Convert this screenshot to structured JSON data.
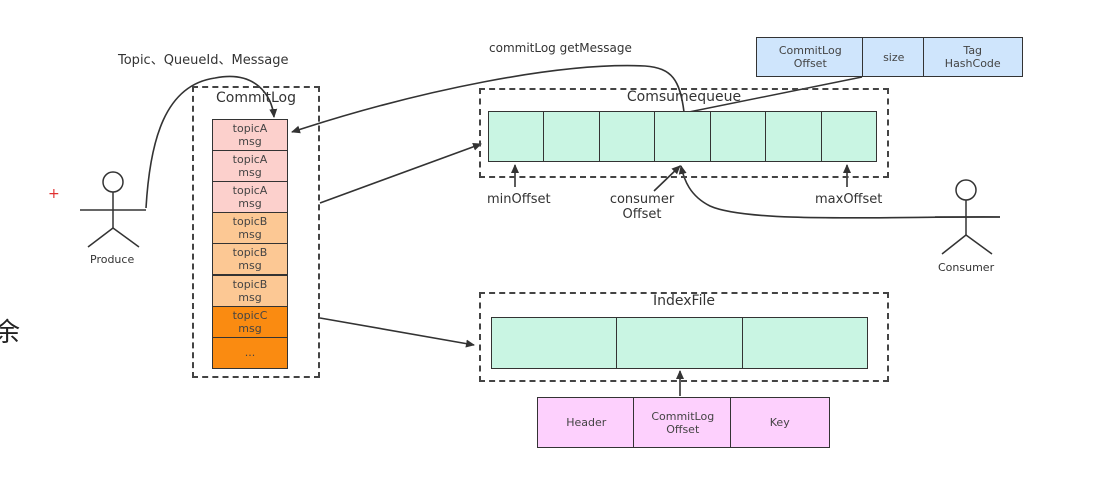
{
  "produce_label": "Produce",
  "consumer_label": "Consumer",
  "top_left_label": "Topic、QueueId、Message",
  "top_arrow_label": "commitLog getMessage",
  "plus_mark": "+",
  "side_glyph": "余",
  "commitlog": {
    "title": "CommitLog",
    "cells": [
      {
        "line1": "topicA",
        "line2": "msg",
        "color": "#fcd0cc"
      },
      {
        "line1": "topicA",
        "line2": "msg",
        "color": "#fcd0cc"
      },
      {
        "line1": "topicA",
        "line2": "msg",
        "color": "#fcd0cc"
      },
      {
        "line1": "topicB",
        "line2": "msg",
        "color": "#fcc894"
      },
      {
        "line1": "topicB",
        "line2": "msg",
        "color": "#fcc894"
      },
      {
        "line1": "topicB",
        "line2": "msg",
        "color": "#fcc894"
      },
      {
        "line1": "topicC",
        "line2": "msg",
        "color": "#fa8b11"
      },
      {
        "line1": "...",
        "line2": "",
        "color": "#fa8b11"
      }
    ]
  },
  "consumequeue": {
    "title": "Comsumequeue",
    "cell_count": 7,
    "cell_color": "#c9f5e3",
    "min_label": "minOffset",
    "consumer_offset_label": [
      "consumer",
      "Offset"
    ],
    "max_label": "maxOffset"
  },
  "entry_struct": {
    "color": "#cfe5fc",
    "cells": [
      [
        "CommitLog",
        "Offset"
      ],
      [
        "size"
      ],
      [
        "Tag",
        "HashCode"
      ]
    ]
  },
  "indexfile": {
    "title": "IndexFile",
    "cell_count": 3,
    "cell_color": "#c9f5e3"
  },
  "index_struct": {
    "color": "#fdd0fd",
    "cells": [
      [
        "Header"
      ],
      [
        "CommitLog",
        "Offset"
      ],
      [
        "Key"
      ]
    ]
  }
}
